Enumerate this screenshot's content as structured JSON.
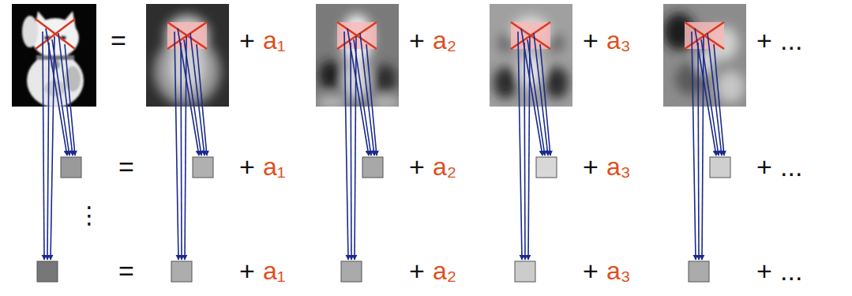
{
  "diagram": {
    "labels": [
      "=",
      "+",
      "a₁",
      "+",
      "a₂",
      "+",
      "a₃",
      "+",
      "...",
      "=",
      "+",
      "a₁",
      "+",
      "a₂",
      "+",
      "a₃",
      "+",
      "...",
      "⋮",
      "=",
      "+",
      "a₁",
      "+",
      "a₂",
      "+",
      "a₃",
      "+",
      "..."
    ]
  }
}
